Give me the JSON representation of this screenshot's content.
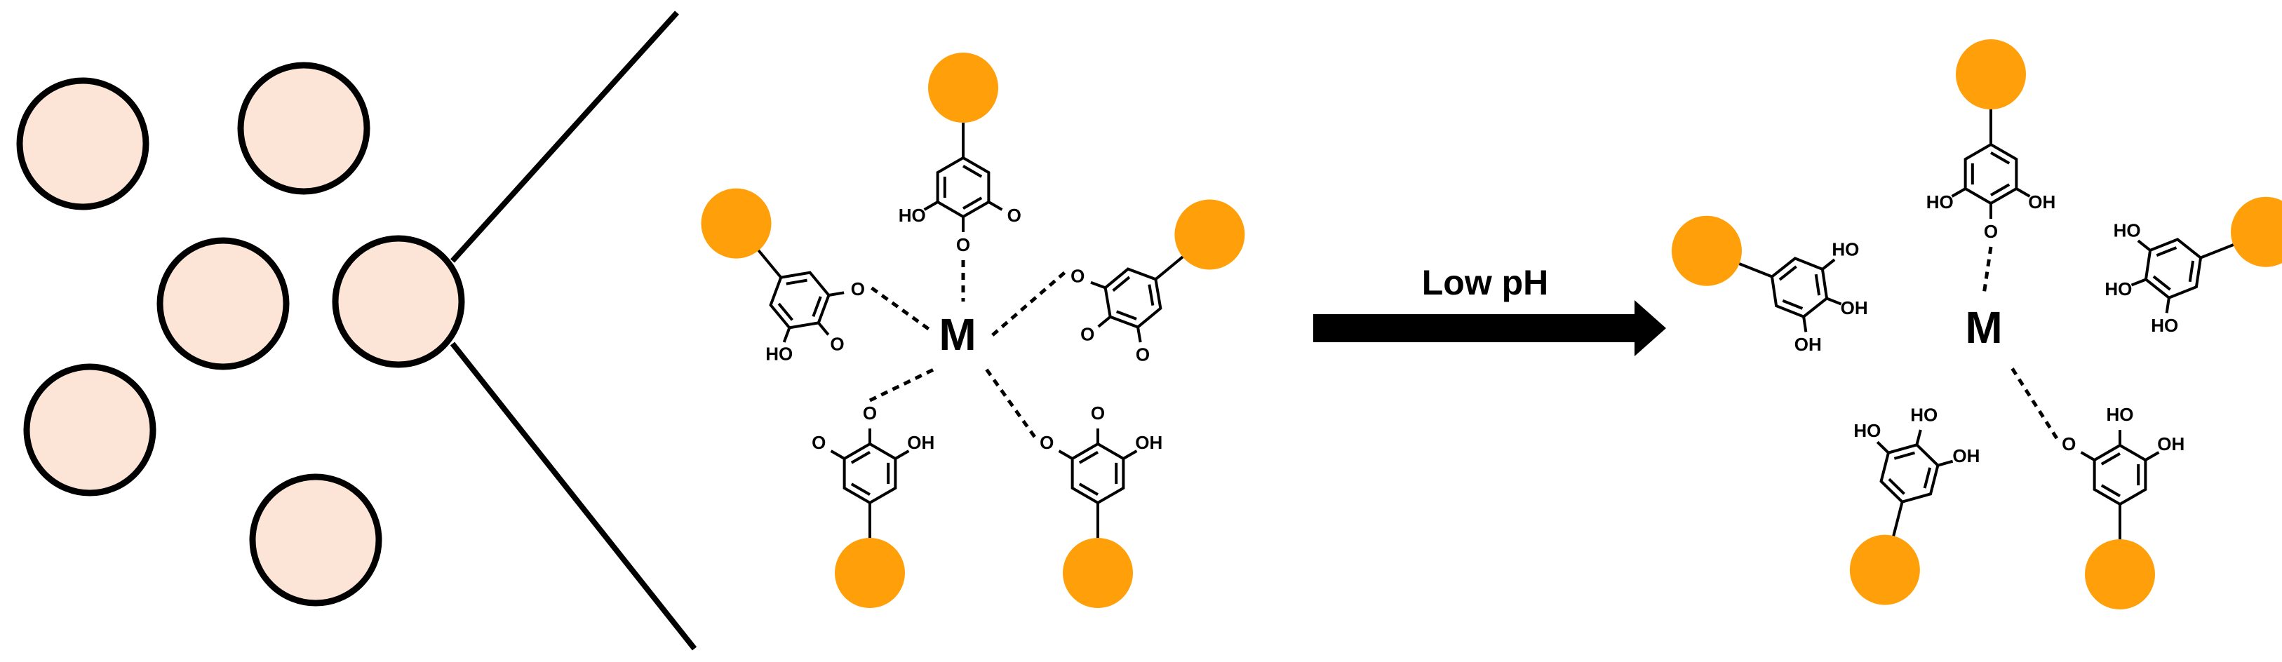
{
  "colors": {
    "particle_fill": "#fce4d6",
    "bead": "#ff9f0a",
    "stroke": "#000000"
  },
  "labels": {
    "metal": "M",
    "arrow": "Low pH",
    "hydroxyl_left": "HO",
    "hydroxyl_right": "OH",
    "oxygen": "O"
  },
  "scene": {
    "particles_count": 6,
    "complex_left_ligands": 5,
    "complex_right_bound_ligands": 2,
    "complex_right_free_ligands": 3
  }
}
